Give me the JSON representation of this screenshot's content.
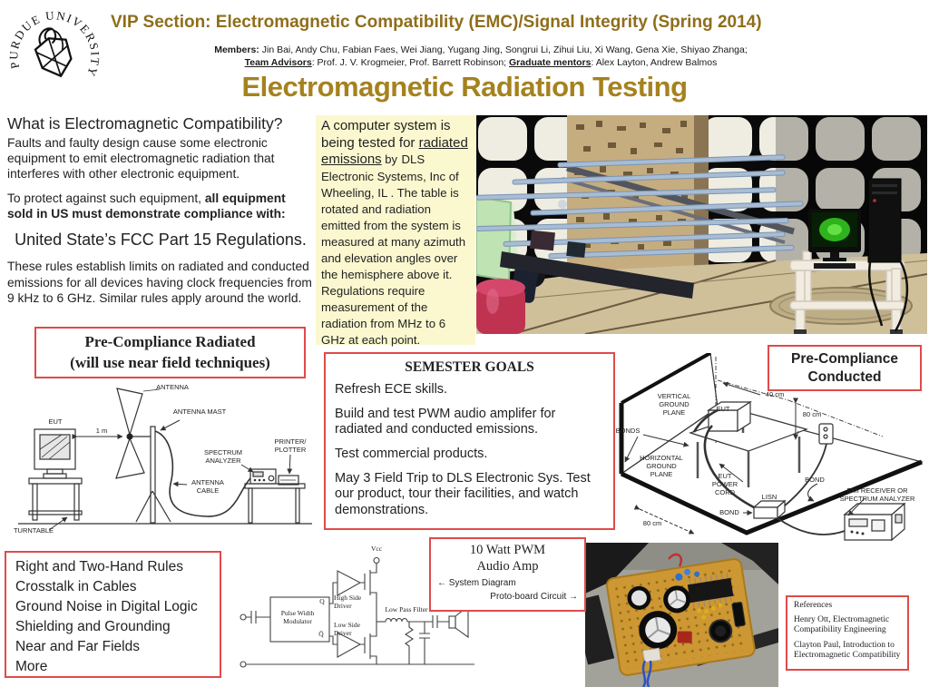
{
  "slide": {
    "header": {
      "logo_text": "PURDUE UNIVERSITY",
      "title": "VIP Section:  Electromagnetic Compatibility (EMC)/Signal Integrity (Spring 2014)",
      "members_label": "Members:",
      "members_text": "  Jin Bai, Andy Chu, Fabian Faes, Wei Jiang, Yugang Jing, Songrui Li, Zihui Liu, Xi Wang, Gena Xie, Shiyao Zhanga;",
      "advisors_label": "Team Advisors",
      "advisors_text": ": Prof. J. V. Krogmeier, Prof. Barrett Robinson; ",
      "mentors_label": "Graduate mentors",
      "mentors_text": ": Alex Layton, Andrew Balmos",
      "main_title": "Electromagnetic Radiation Testing"
    },
    "what_is": {
      "heading": "What is Electromagnetic Compatibility?",
      "para1": "Faults and faulty design cause some electronic equipment to emit electromagnetic radiation that interferes with other electronic equipment.",
      "intro": "To protect against such equipment, ",
      "intro_bold": "all equipment sold in US must demonstrate compliance with:",
      "fcc": "United State’s FCC Part 15 Regulations.",
      "para3": "These rules establish limits on radiated and conducted emissions for all devices having clock frequencies from 9 kHz to 6 GHz.  Similar rules apply around the world."
    },
    "yellow_note": {
      "lead": "A computer system is being tested for ",
      "underlined": "radiated emissions",
      "lead_suffix": " by",
      "body": " DLS Electronic Systems, Inc of Wheeling, IL .  The table is rotated  and radiation emitted  from the system is measured at many azimuth and elevation angles over the hemisphere above it. Regulations require measurement of the radiation from MHz to 6 GHz at each point."
    },
    "pre_radiated": {
      "line1": "Pre-Compliance Radiated",
      "line2": "(will use near field techniques)"
    },
    "pre_conducted": {
      "line1": "Pre-Compliance",
      "line2": "Conducted"
    },
    "semester_goals": {
      "title": "SEMESTER GOALS",
      "items": [
        "Refresh ECE skills.",
        "Build and test PWM audio amplifer for radiated and conducted emissions.",
        "Test commercial products.",
        "May 3 Field Trip to DLS Electronic Sys. Test our product, tour their facilities, and watch demonstrations."
      ]
    },
    "topics": {
      "items": [
        "Right and Two-Hand Rules",
        "Crosstalk in Cables",
        "Ground Noise in Digital Logic",
        "Shielding and Grounding",
        "Near and Far Fields",
        "More"
      ]
    },
    "pwm_box": {
      "line1": "10 Watt PWM",
      "line2": "Audio Amp",
      "left_note": "← System Diagram",
      "right_note": "Proto-board Circuit →"
    },
    "references": {
      "title": "References",
      "items": [
        "Henry Ott, Electromagnetic Compatibility Engineering",
        "Clayton Paul, Introduction to Electromagnetic Compatibility"
      ]
    },
    "radiated_diagram": {
      "antenna": "ANTENNA",
      "antenna_mast": "ANTENNA MAST",
      "eut": "EUT",
      "one_meter": "1 m",
      "spectrum_analyzer": "SPECTRUM ANALYZER",
      "printer_plotter": "PRINTER/ PLOTTER",
      "antenna_cable": "ANTENNA CABLE",
      "turntable": "TURNTABLE"
    },
    "conducted_diagram": {
      "vertical_ground_plane": "VERTICAL GROUND PLANE",
      "bonds": "BONDS",
      "dim_40": "40 cm",
      "dim_80_right": "80 cm",
      "eut": "EUT",
      "horizontal_ground_plane": "HORIZONTAL GROUND PLANE",
      "eut_power_cord": "EUT POWER CORD",
      "lisn": "LISN",
      "bond_lisn": "BOND",
      "bond_receiver": "BOND",
      "receiver": "EMI RECEIVER OR SPECTRUM ANALYZER",
      "dim_80_bottom": "80 cm"
    },
    "circuit_diagram": {
      "vcc": "Vcc",
      "pwm": "Pulse Width Modulator",
      "high_side": "High Side Driver",
      "low_side": "Low Side Driver",
      "lpf": "Low Pass Filter",
      "q": "Q",
      "q_bar": "Q̄"
    },
    "colors": {
      "header_gold": "#8f6e1b",
      "title_gold": "#a5821e",
      "accent_red": "#e04a4a",
      "note_bg": "#fbf8d0"
    }
  }
}
